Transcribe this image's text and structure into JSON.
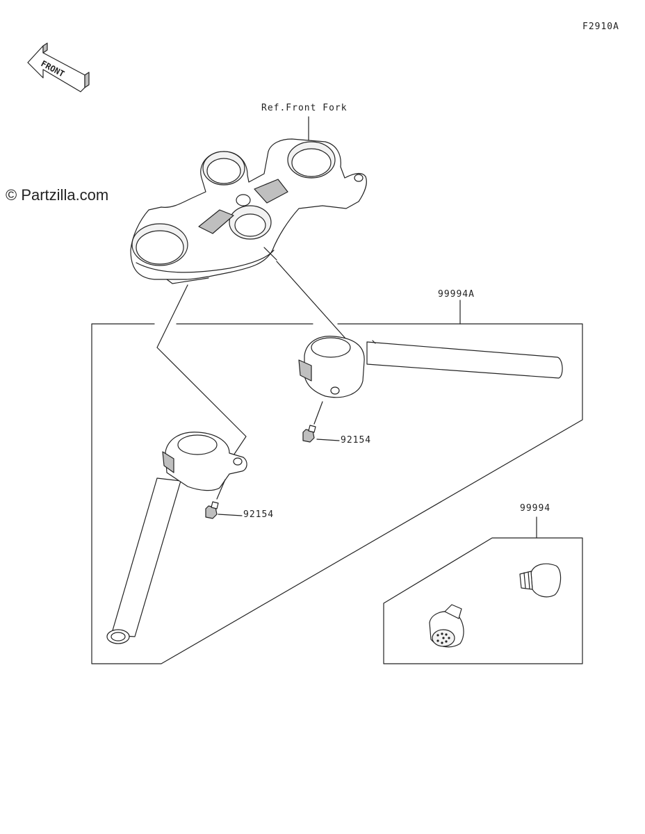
{
  "diagram_code": "F2910A",
  "watermark": "© Partzilla.com",
  "front_label": "FRONT",
  "callouts": {
    "ref_front_fork": "Ref.Front Fork",
    "handlebar_assy": "99994A",
    "bolt_upper": "92154",
    "bolt_lower": "92154",
    "end_weights": "99994"
  },
  "colors": {
    "line": "#222222",
    "shade": "#bfbfbf",
    "light": "#f2f2f2"
  }
}
